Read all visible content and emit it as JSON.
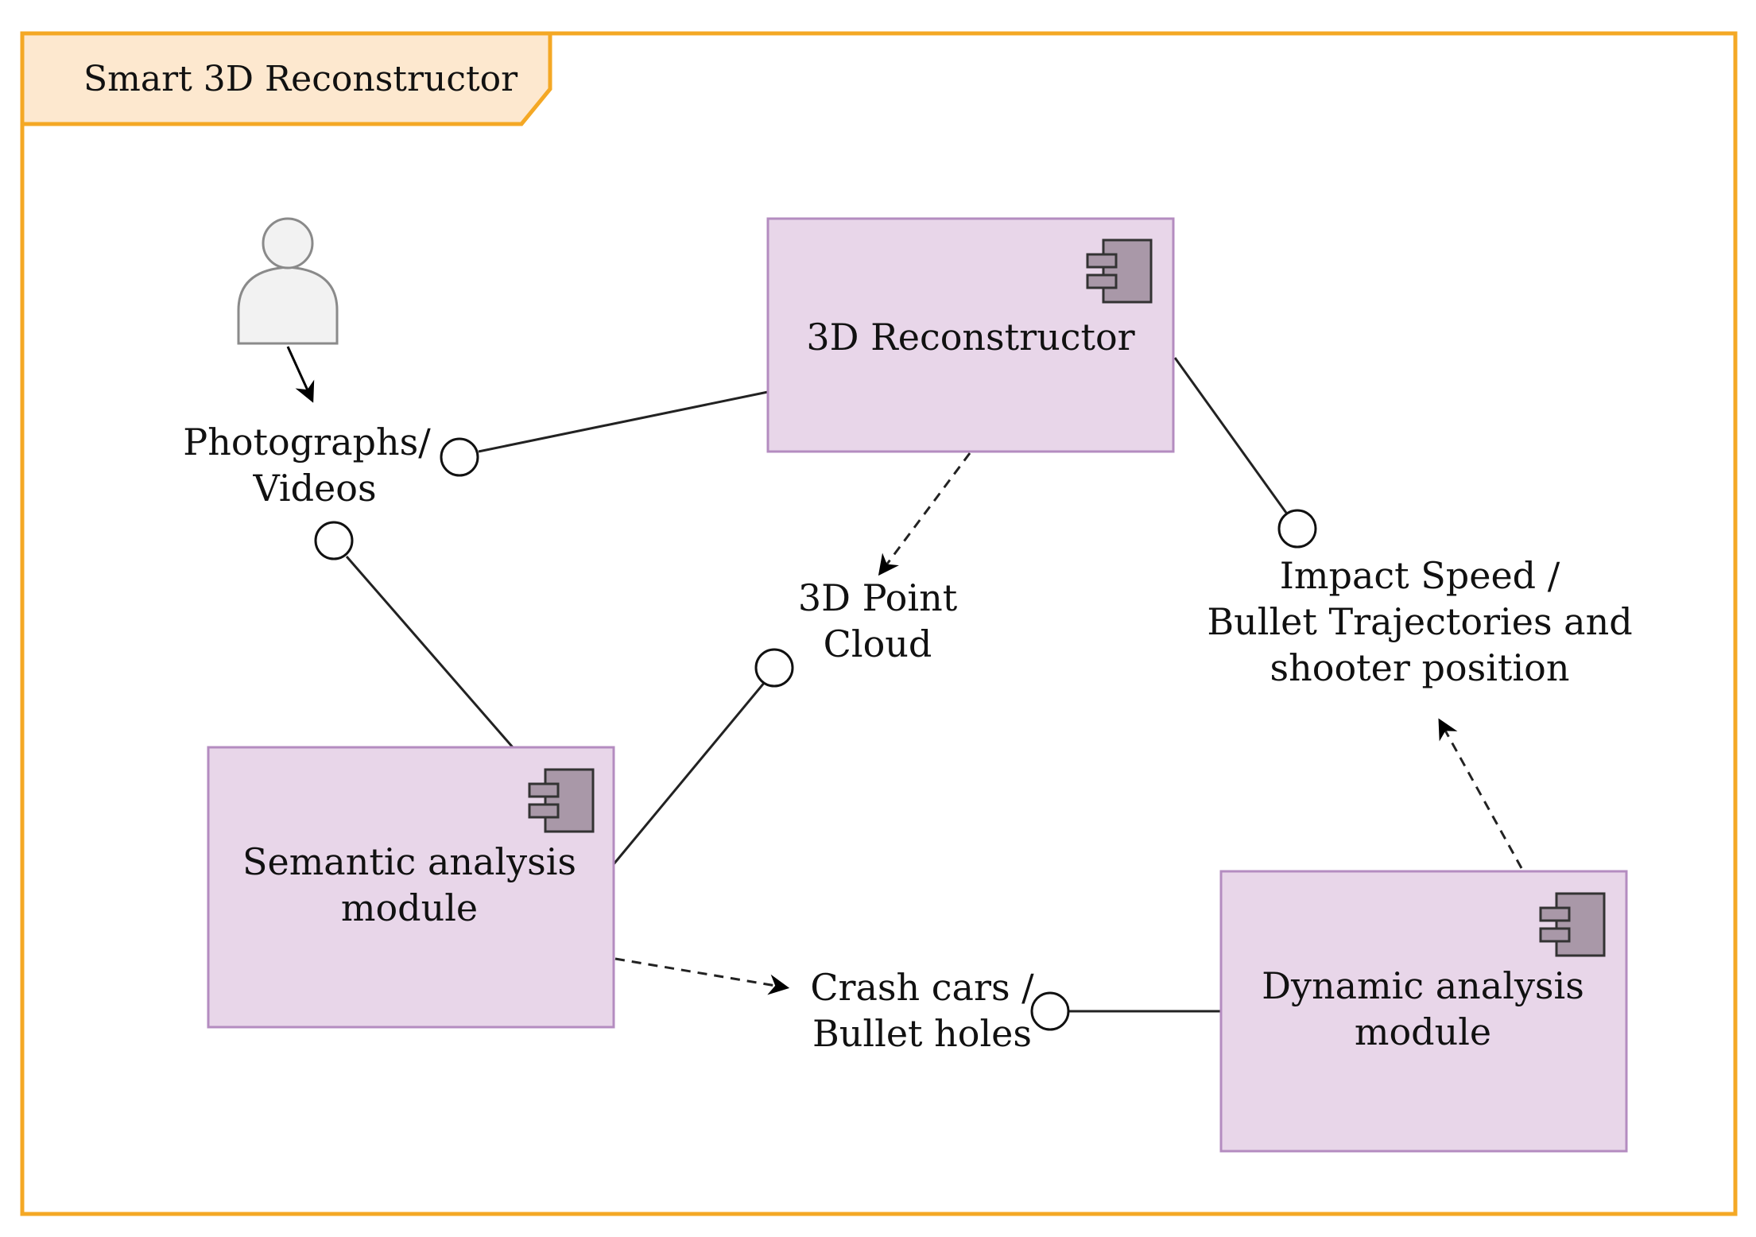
{
  "frame": {
    "title": "Smart 3D Reconstructor",
    "border_color": "#F4A825",
    "tab_fill": "#FDE8CF"
  },
  "components": {
    "reconstructor": {
      "label_lines": [
        "3D Reconstructor"
      ]
    },
    "semantic": {
      "label_lines": [
        "Semantic analysis",
        "module"
      ]
    },
    "dynamic": {
      "label_lines": [
        "Dynamic analysis",
        "module"
      ]
    },
    "fill": "#E8D6E9",
    "stroke": "#B48CC0",
    "icon_fill": "#A998A8"
  },
  "interfaces": {
    "photos": {
      "lines": [
        "Photographs/",
        "Videos"
      ]
    },
    "point_cloud": {
      "lines": [
        "3D Point",
        "Cloud"
      ]
    },
    "impact": {
      "lines": [
        "Impact Speed /",
        "Bullet Trajectories and",
        "shooter position"
      ]
    },
    "crash": {
      "lines": [
        "Crash cars /",
        "Bullet holes"
      ]
    }
  },
  "actor": {
    "icon": "user-icon",
    "fill": "#F2F2F2",
    "stroke": "#8A8A8A"
  }
}
